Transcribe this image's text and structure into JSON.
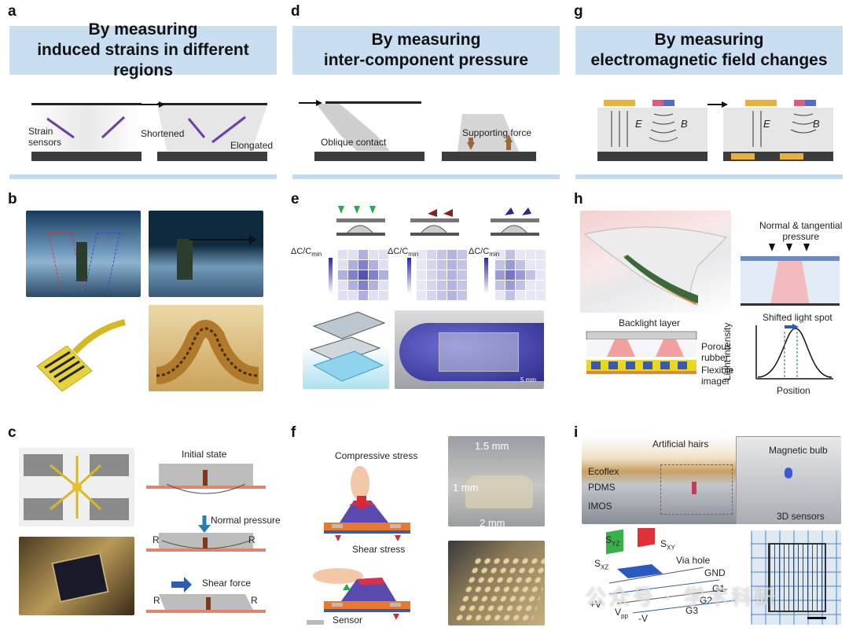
{
  "panel_letters": {
    "a": "a",
    "b": "b",
    "c": "c",
    "d": "d",
    "e": "e",
    "f": "f",
    "g": "g",
    "h": "h",
    "i": "i"
  },
  "banners": {
    "a": {
      "line1": "By measuring",
      "line2": "induced strains in different regions"
    },
    "d": {
      "line1": "By measuring",
      "line2": "inter-component pressure"
    },
    "g": {
      "line1": "By measuring",
      "line2": "electromagnetic field changes"
    }
  },
  "panel_a": {
    "strain_sensors": "Strain\nsensors",
    "shortened": "Shortened",
    "elongated": "Elongated"
  },
  "panel_d": {
    "oblique_contact": "Oblique contact",
    "supporting_force": "Supporting force"
  },
  "panel_g": {
    "e_label": "E",
    "b_label": "B"
  },
  "panel_c": {
    "initial_state": "Initial state",
    "normal_pressure": "Normal pressure",
    "shear_force": "Shear  force",
    "r_label": "R"
  },
  "panel_e": {
    "dc_label": "ΔC/C",
    "dc_sub": "min",
    "scale_bar": "5 mm"
  },
  "panel_f": {
    "compressive": "Compressive stress",
    "shear": "Shear stress",
    "sensor": "Sensor",
    "dim_15": "1.5 mm",
    "dim_1": "1 mm",
    "dim_2": "2 mm"
  },
  "panel_h": {
    "backlight": "Backlight layer",
    "porous": "Porous\nrubber",
    "flexible": "Flexible\nimager",
    "normal_tangential": "Normal & tangential\npressure",
    "shifted": "Shifted light spot",
    "y_axis": "Light intensity",
    "x_axis": "Position"
  },
  "panel_i": {
    "ecoflex": "Ecoflex",
    "pdms": "PDMS",
    "imos": "IMOS",
    "hairs": "Artificial hairs",
    "bulb": "Magnetic bulb",
    "sensors3d": "3D sensors",
    "syz": "S",
    "syz_sub": "YZ",
    "sxy": "S",
    "sxy_sub": "XY",
    "sxz": "S",
    "sxz_sub": "XZ",
    "via": "Via hole",
    "gnd": "GND",
    "g1": "G1",
    "g2": "G2",
    "g3": "G3",
    "pv": "+V",
    "mv": "-V",
    "vpp": "V",
    "vpp_sub": "pp"
  },
  "watermark": "公众号 · 学术科研",
  "colors": {
    "banner": "#c9def0",
    "rule": "#c2dbee",
    "sensor_purple": "#6a3fa6",
    "gold": "#e8b13a",
    "blue_grid": "#3b3fa8"
  }
}
